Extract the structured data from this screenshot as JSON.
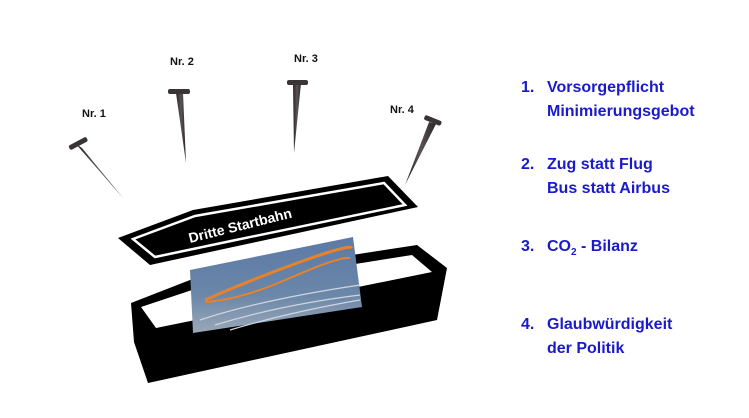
{
  "nails": [
    {
      "label": "Nr. 1"
    },
    {
      "label": "Nr. 2"
    },
    {
      "label": "Nr. 3"
    },
    {
      "label": "Nr. 4"
    }
  ],
  "coffin": {
    "lid_text": "Dritte Startbahn"
  },
  "items": [
    {
      "num": "1.",
      "line1": "Vorsorgepflicht",
      "line2": "Minimierungsgebot"
    },
    {
      "num": "2.",
      "line1": "Zug statt Flug",
      "line2": "Bus statt Airbus"
    },
    {
      "num": "3.",
      "line1_pre": "CO",
      "line1_sub": "2",
      "line1_post": " - Bilanz"
    },
    {
      "num": "4.",
      "line1": "Glaubwürdigkeit",
      "line2": "der Politik"
    }
  ],
  "colors": {
    "text": "#1a1acc",
    "nail": "#3a3436",
    "coffin": "#000000"
  }
}
